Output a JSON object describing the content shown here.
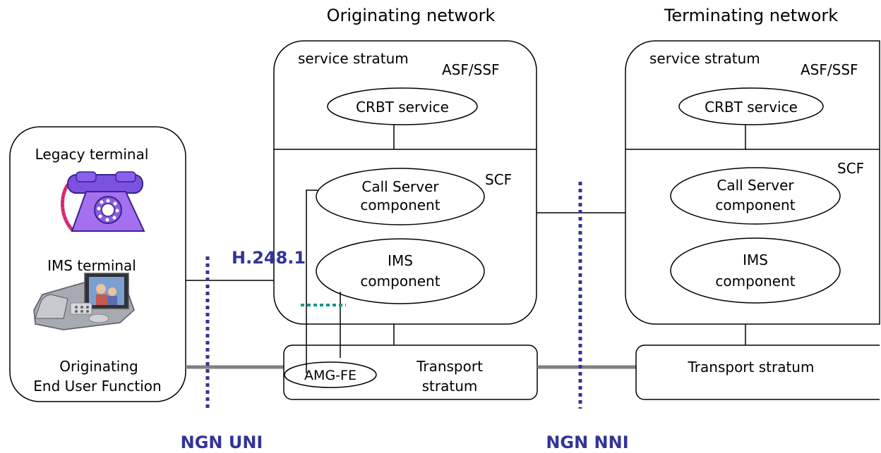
{
  "originating": {
    "title": "Originating network",
    "service_stratum": "service stratum",
    "asf_ssf": "ASF/SSF",
    "crbt": "CRBT service",
    "scf": "SCF",
    "call_server_l1": "Call Server",
    "call_server_l2": "component",
    "ims_l1": "IMS",
    "ims_l2": "component",
    "transport_l1": "Transport",
    "transport_l2": "stratum",
    "amg": "AMG-FE"
  },
  "terminating": {
    "title": "Terminating network",
    "service_stratum": "service stratum",
    "asf_ssf": "ASF/SSF",
    "crbt": "CRBT service",
    "scf": "SCF",
    "call_server_l1": "Call Server",
    "call_server_l2": "component",
    "ims_l1": "IMS",
    "ims_l2": "component",
    "transport": "Transport stratum"
  },
  "end_user": {
    "legacy": "Legacy terminal",
    "ims_terminal": "IMS terminal",
    "func_l1": "Originating",
    "func_l2": "End User Function"
  },
  "labels": {
    "h248": "H.248.1",
    "ngn_uni": "NGN UNI",
    "ngn_nni": "NGN NNI"
  },
  "colors": {
    "interface_dotted": "#333399",
    "teal_dotted": "#119988",
    "thick_link": "#808080"
  },
  "icons": [
    "legacy-phone-icon",
    "video-phone-icon"
  ]
}
